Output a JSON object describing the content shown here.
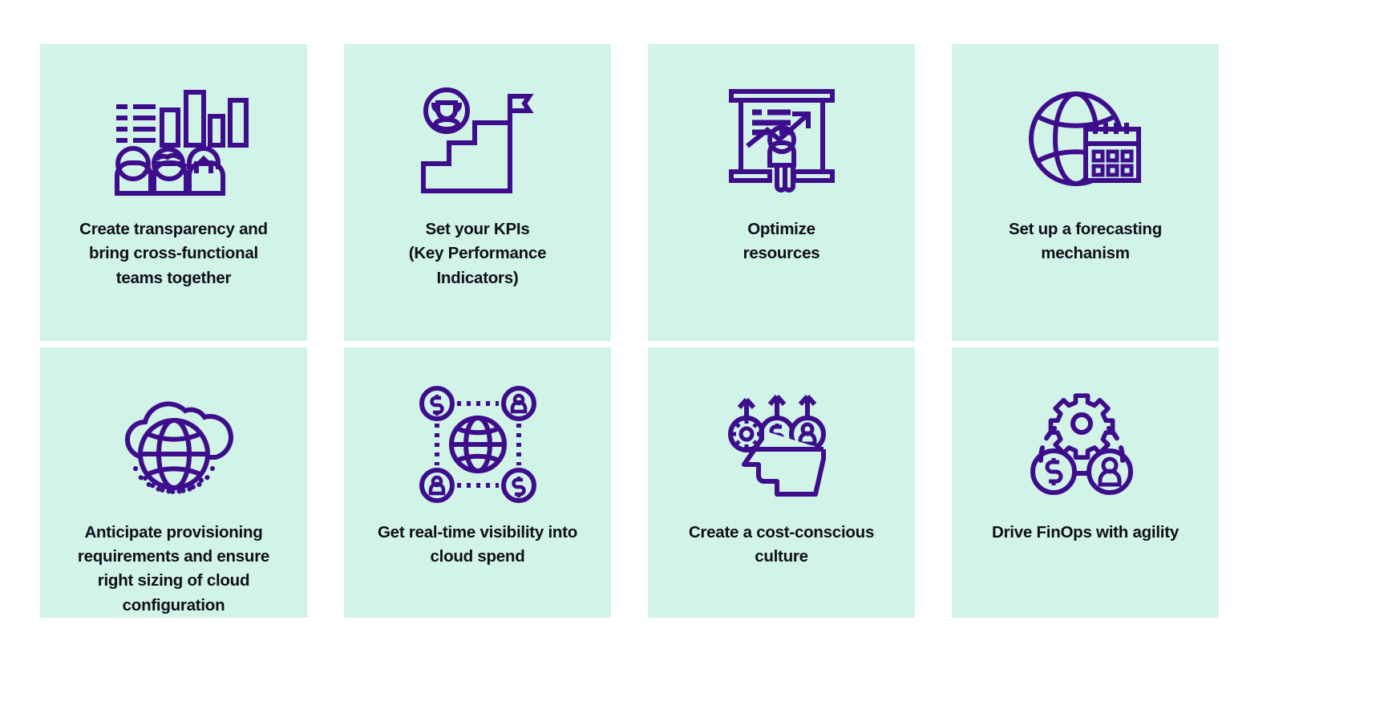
{
  "theme": {
    "page_background": "#ffffff",
    "card_background": "#d2f3e8",
    "icon_color": "#3d0d8c",
    "text_color": "#0e0e1b"
  },
  "layout": {
    "columns": 4,
    "rows": 2,
    "card_count": 8
  },
  "cards": [
    {
      "icon_name": "team-bar-chart-icon",
      "caption_lines": [
        "Create transparency and",
        "bring cross-functional",
        "teams together"
      ],
      "caption": "Create transparency and bring cross-functional teams together"
    },
    {
      "icon_name": "trophy-stairs-flag-icon",
      "caption_lines": [
        "Set your KPIs",
        "(Key Performance",
        "Indicators)"
      ],
      "caption": "Set your KPIs (Key Performance Indicators)"
    },
    {
      "icon_name": "presentation-growth-person-icon",
      "caption_lines": [
        "Optimize",
        "resources"
      ],
      "caption": "Optimize resources"
    },
    {
      "icon_name": "globe-calendar-icon",
      "caption_lines": [
        "Set up a forecasting",
        "mechanism"
      ],
      "caption": "Set up a forecasting mechanism"
    },
    {
      "icon_name": "cloud-globe-icon",
      "caption_lines": [
        "Anticipate provisioning",
        "requirements and ensure",
        "right sizing of cloud",
        "configuration"
      ],
      "caption": "Anticipate provisioning requirements and ensure right sizing of cloud configuration"
    },
    {
      "icon_name": "globe-network-dollar-user-icon",
      "caption_lines": [
        "Get real-time visibility into",
        "cloud spend"
      ],
      "caption": "Get real-time visibility into cloud spend"
    },
    {
      "icon_name": "head-gear-dollar-user-arrows-icon",
      "caption_lines": [
        "Create a cost-conscious",
        "culture"
      ],
      "caption": "Create a cost-conscious culture"
    },
    {
      "icon_name": "gear-dollar-user-agility-icon",
      "caption_lines": [
        "Drive FinOps with agility"
      ],
      "caption": "Drive FinOps with agility"
    }
  ]
}
